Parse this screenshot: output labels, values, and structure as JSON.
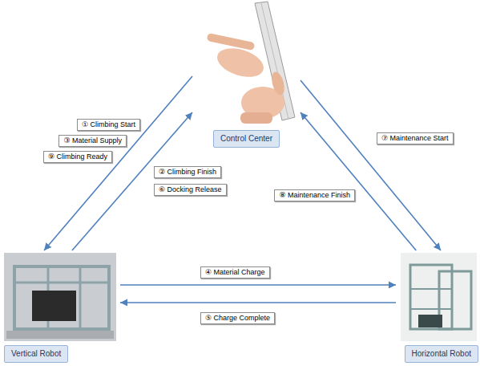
{
  "diagram": {
    "nodes": [
      {
        "text": [
          "Control Center"
        ]
      },
      {
        "text": [
          "Vertical Robot"
        ]
      },
      {
        "text": [
          "Horizontal Robot"
        ]
      }
    ],
    "edges": [
      {
        "from": 0,
        "to": 1,
        "arrow": "to"
      },
      {
        "from": 1,
        "to": 0,
        "arrow": "to"
      },
      {
        "from": 2,
        "to": 0,
        "arrow": "to"
      },
      {
        "from": 0,
        "to": 2,
        "arrow": "to"
      },
      {
        "from": 1,
        "to": 2,
        "arrow": "to"
      },
      {
        "from": 2,
        "to": 1,
        "arrow": "to"
      }
    ],
    "labels": [
      "① Climbing Start",
      "③ Material Supply",
      "⑨ Climbing Ready",
      "② Climbing Finish",
      "⑥ Docking Release",
      "⑧ Maintenance Finish",
      "⑦ Maintenance Start",
      "④ Material Charge",
      "⑤ Charge Complete"
    ]
  }
}
